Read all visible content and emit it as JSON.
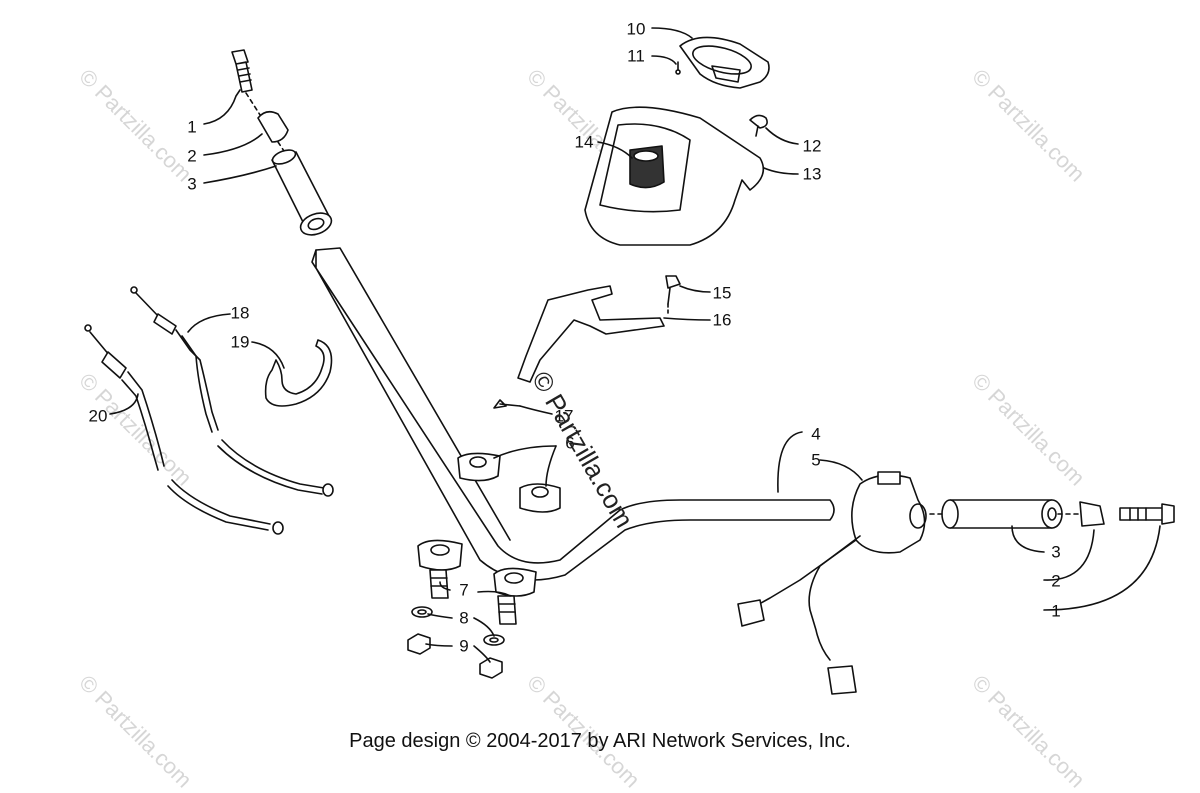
{
  "callouts": {
    "c1a": "1",
    "c2a": "2",
    "c3a": "3",
    "c4": "4",
    "c5": "5",
    "c6": "6",
    "c7": "7",
    "c8": "8",
    "c9": "9",
    "c10": "10",
    "c11": "11",
    "c12": "12",
    "c13": "13",
    "c14": "14",
    "c15": "15",
    "c16": "16",
    "c17": "17",
    "c18": "18",
    "c19": "19",
    "c20": "20",
    "c3b": "3",
    "c2b": "2",
    "c1b": "1"
  },
  "watermark": {
    "repeat": "© Partzilla.com",
    "center": "© Partzilla.com"
  },
  "footer": "Page design © 2004-2017 by ARI Network Services, Inc."
}
